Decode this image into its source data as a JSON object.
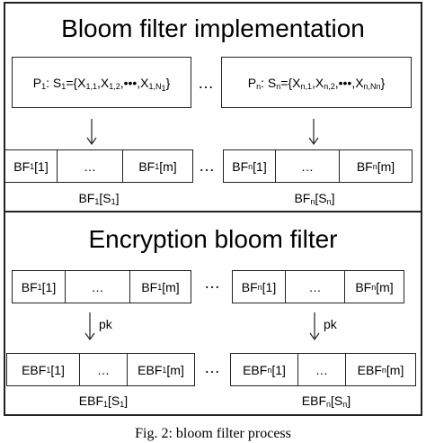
{
  "top_section": {
    "title": "Bloom filter implementation",
    "set_1": {
      "prefix": "P",
      "sub1": "1",
      "mid": ": S",
      "sub2": "1",
      "body": "={X",
      "e1": "1,1",
      "c1": ",X",
      "e2": "1,2",
      "c2": ",•••,X",
      "e3": "1,N",
      "e3b": "1",
      "close": "}"
    },
    "set_n": {
      "prefix": "P",
      "sub1": "n",
      "mid": ": S",
      "sub2": "n",
      "body": "={X",
      "e1": "n,1",
      "c1": ",X",
      "e2": "n,2",
      "c2": ",•••,X",
      "e3": "n,Nn",
      "close": "}"
    },
    "ellipsis": "…",
    "bf_1": {
      "cell_a": "BF",
      "cell_a_sub": "1",
      "cell_a_idx": "[1]",
      "cell_b": "…",
      "cell_c": "BF",
      "cell_c_sub": "1",
      "cell_c_idx": "[m]"
    },
    "bf_n": {
      "cell_a": "BF",
      "cell_a_sub": "n",
      "cell_a_idx": "[1]",
      "cell_b": "…",
      "cell_c": "BF",
      "cell_c_sub": "n",
      "cell_c_idx": "[m]"
    },
    "label_1": {
      "base": "BF",
      "sub": "1",
      "rest": "[S",
      "sub2": "1",
      "close": "]"
    },
    "label_n": {
      "base": "BF",
      "sub": "n",
      "rest": "[S",
      "sub2": "n",
      "close": "]"
    }
  },
  "bottom_section": {
    "title": "Encryption bloom filter",
    "bf_1": {
      "cell_a": "BF",
      "cell_a_sub": "1",
      "cell_a_idx": "[1]",
      "cell_b": "…",
      "cell_c": "BF",
      "cell_c_sub": "1",
      "cell_c_idx": "[m]"
    },
    "bf_n": {
      "cell_a": "BF",
      "cell_a_sub": "n",
      "cell_a_idx": "[1]",
      "cell_b": "…",
      "cell_c": "BF",
      "cell_c_sub": "n",
      "cell_c_idx": "[m]"
    },
    "ellipsis": "…",
    "pk_label": "pk",
    "ebf_1": {
      "cell_a": "EBF",
      "cell_a_sub": "1",
      "cell_a_idx": "[1]",
      "cell_b": "…",
      "cell_c": "EBF",
      "cell_c_sub": "1",
      "cell_c_idx": "[m]"
    },
    "ebf_n": {
      "cell_a": "EBF",
      "cell_a_sub": "n",
      "cell_a_idx": "[1]",
      "cell_b": "…",
      "cell_c": "EBF",
      "cell_c_sub": "n",
      "cell_c_idx": "[m]"
    },
    "label_1": {
      "base": "EBF",
      "sub": "1",
      "rest": "[S",
      "sub2": "1",
      "close": "]"
    },
    "label_n": {
      "base": "EBF",
      "sub": "n",
      "rest": "[S",
      "sub2": "n",
      "close": "]"
    }
  },
  "caption": "Fig. 2: bloom filter process"
}
